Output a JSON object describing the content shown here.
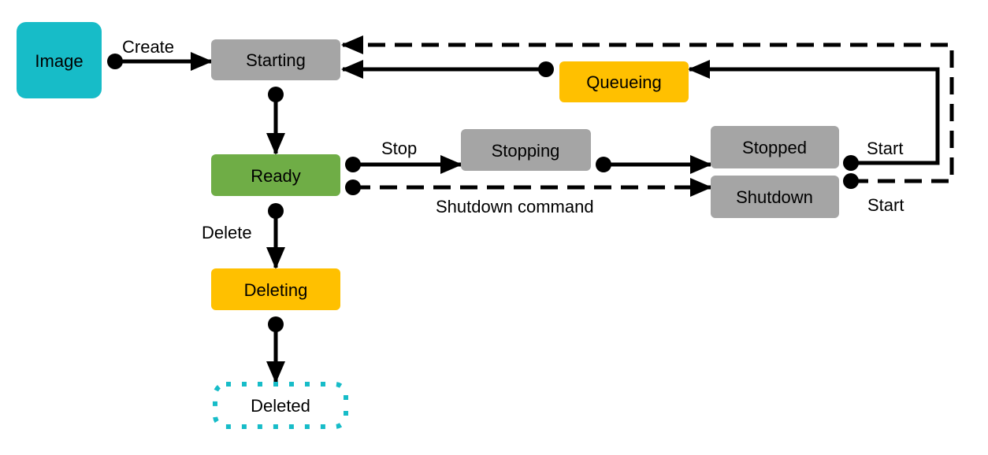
{
  "colors": {
    "image": "#17BCC8",
    "gray": "#A5A5A5",
    "green": "#6FAD46",
    "orange": "#FFC000",
    "deleted_border": "#17BCC8",
    "line": "#000000"
  },
  "nodes": {
    "image": "Image",
    "starting": "Starting",
    "queueing": "Queueing",
    "ready": "Ready",
    "stopping": "Stopping",
    "stopped": "Stopped",
    "shutdown": "Shutdown",
    "deleting": "Deleting",
    "deleted": "Deleted"
  },
  "edge_labels": {
    "create": "Create",
    "stop": "Stop",
    "shutdown_command": "Shutdown command",
    "delete": "Delete",
    "start_from_stopped": "Start",
    "start_from_shutdown": "Start"
  }
}
